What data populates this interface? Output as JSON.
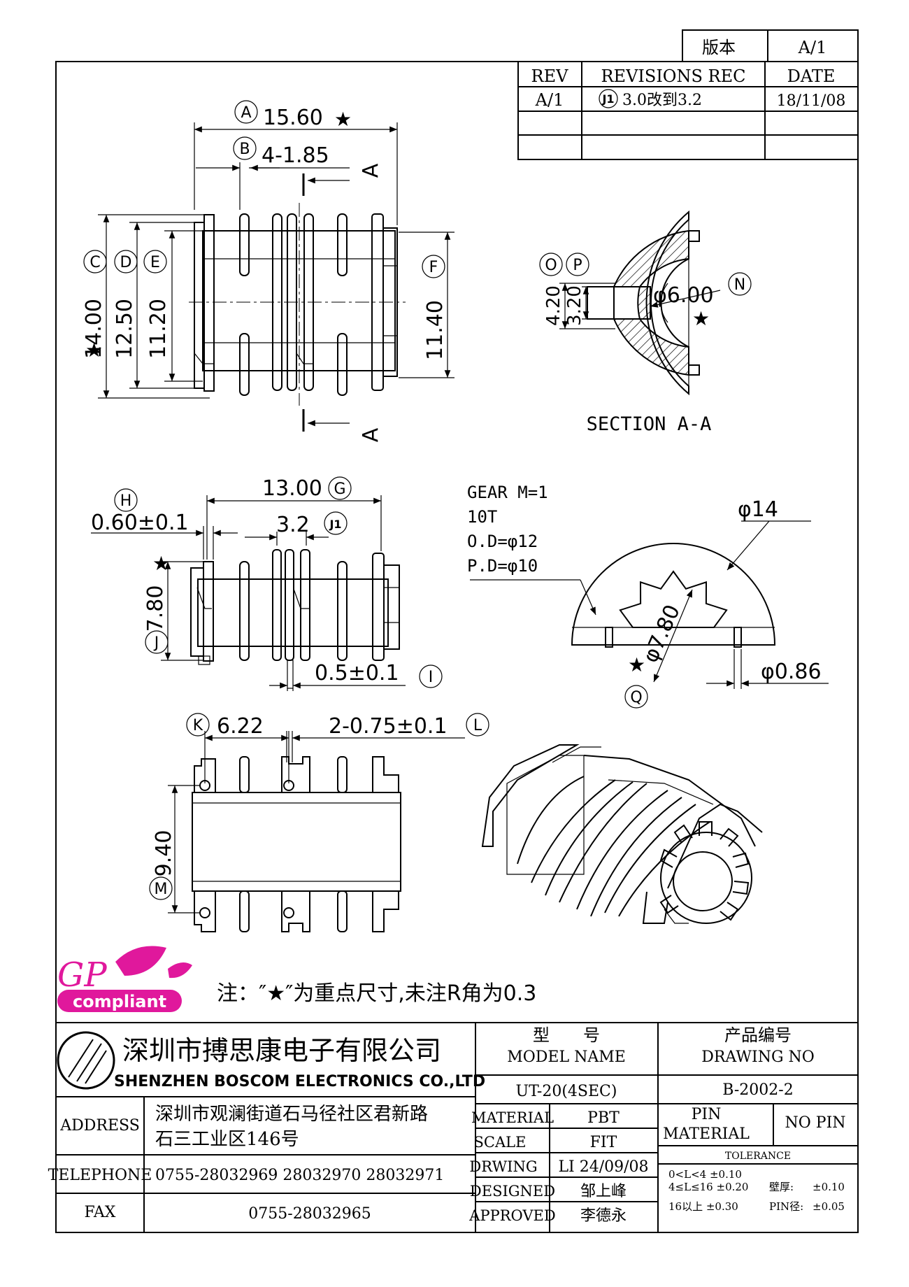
{
  "version_box": {
    "label": "版本",
    "value": "A/1"
  },
  "revisions": {
    "headers": [
      "REV",
      "REVISIONS REC",
      "DATE"
    ],
    "rows": [
      {
        "rev": "A/1",
        "tag": "J1",
        "text": "3.0改到3.2",
        "date": "18/11/08"
      }
    ]
  },
  "top_view": {
    "dim_a": {
      "tag": "A",
      "text": "15.60",
      "star": "★"
    },
    "dim_b": {
      "tag": "B",
      "text": "4-1.85"
    },
    "dim_c": {
      "tag": "C",
      "text": "14.00",
      "star": "★"
    },
    "dim_d": {
      "tag": "D",
      "text": "12.50"
    },
    "dim_e": {
      "tag": "E",
      "text": "11.20"
    },
    "dim_f": {
      "tag": "F",
      "text": "11.40"
    },
    "section_mark": "A"
  },
  "section": {
    "title": "SECTION A-A",
    "dim_o": {
      "tag": "O",
      "text": "4.20"
    },
    "dim_p": {
      "tag": "P",
      "text": "3.20"
    },
    "dim_n": {
      "tag": "N",
      "text": "φ6.00",
      "star": "★"
    }
  },
  "side_view": {
    "dim_g": {
      "tag": "G",
      "text": "13.00"
    },
    "dim_h": {
      "tag": "H",
      "text": "0.60±0.1"
    },
    "dim_j1": {
      "tag": "J1",
      "text": "3.2"
    },
    "dim_j": {
      "tag": "J",
      "text": "7.80",
      "star": "★"
    },
    "dim_i": {
      "tag": "I",
      "text": "0.5±0.1"
    }
  },
  "gear": {
    "notes": [
      "GEAR M=1",
      "10T",
      "O.D=φ12",
      "P.D=φ10"
    ],
    "dim_outer": "φ14",
    "dim_q": {
      "tag": "Q",
      "text": "φ7.80",
      "star": "★"
    },
    "dim_pin": "φ0.86"
  },
  "bottom_view": {
    "dim_k": {
      "tag": "K",
      "text": "6.22"
    },
    "dim_l": {
      "tag": "L",
      "text": "2-0.75±0.1"
    },
    "dim_m": {
      "tag": "M",
      "text": "9.40"
    }
  },
  "logo": {
    "gp": "GP",
    "compliant": "compliant"
  },
  "note": "注：″★″为重点尺寸,未注R角为0.3",
  "title_block": {
    "company_cn": "深圳市搏思康电子有限公司",
    "company_en": "SHENZHEN BOSCOM ELECTRONICS CO.,LTD",
    "model_label_cn": "型　　号",
    "model_label_en": "MODEL NAME",
    "drawing_label_cn": "产品编号",
    "drawing_label_en": "DRAWING NO",
    "model_value": "UT-20(4SEC)",
    "drawing_value": "B-2002-2",
    "address_label": "ADDRESS",
    "address_line1": "深圳市观澜街道石马径社区君新路",
    "address_line2": "石三工业区146号",
    "telephone_label": "TELEPHONE",
    "telephone": "0755-28032969 28032970 28032971",
    "fax_label": "FAX",
    "fax": "0755-28032965",
    "material_label": "MATERIAL",
    "material": "PBT",
    "scale_label": "SCALE",
    "scale": "FIT",
    "drawing_by_label": "DRWING",
    "drawing_by": "LI 24/09/08",
    "designed_label": "DESIGNED",
    "designed": "邹上峰",
    "approved_label": "APPROVED",
    "approved": "李德永",
    "pin_label1": "PIN",
    "pin_label2": "MATERIAL",
    "pin_value": "NO PIN",
    "tolerance_label": "TOLERANCE",
    "tol_row1": "0<L<4  ±0.10",
    "tol_row2": "4≤L≤16  ±0.20",
    "tol_row3": "16以上      ±0.30",
    "wall_label": "壁厚:",
    "wall_value": "±0.10",
    "pin_dia_label": "PIN径:",
    "pin_dia_value": "±0.05"
  },
  "colors": {
    "line": "#000000",
    "logo_magenta": "#e0189c",
    "background": "#ffffff"
  }
}
